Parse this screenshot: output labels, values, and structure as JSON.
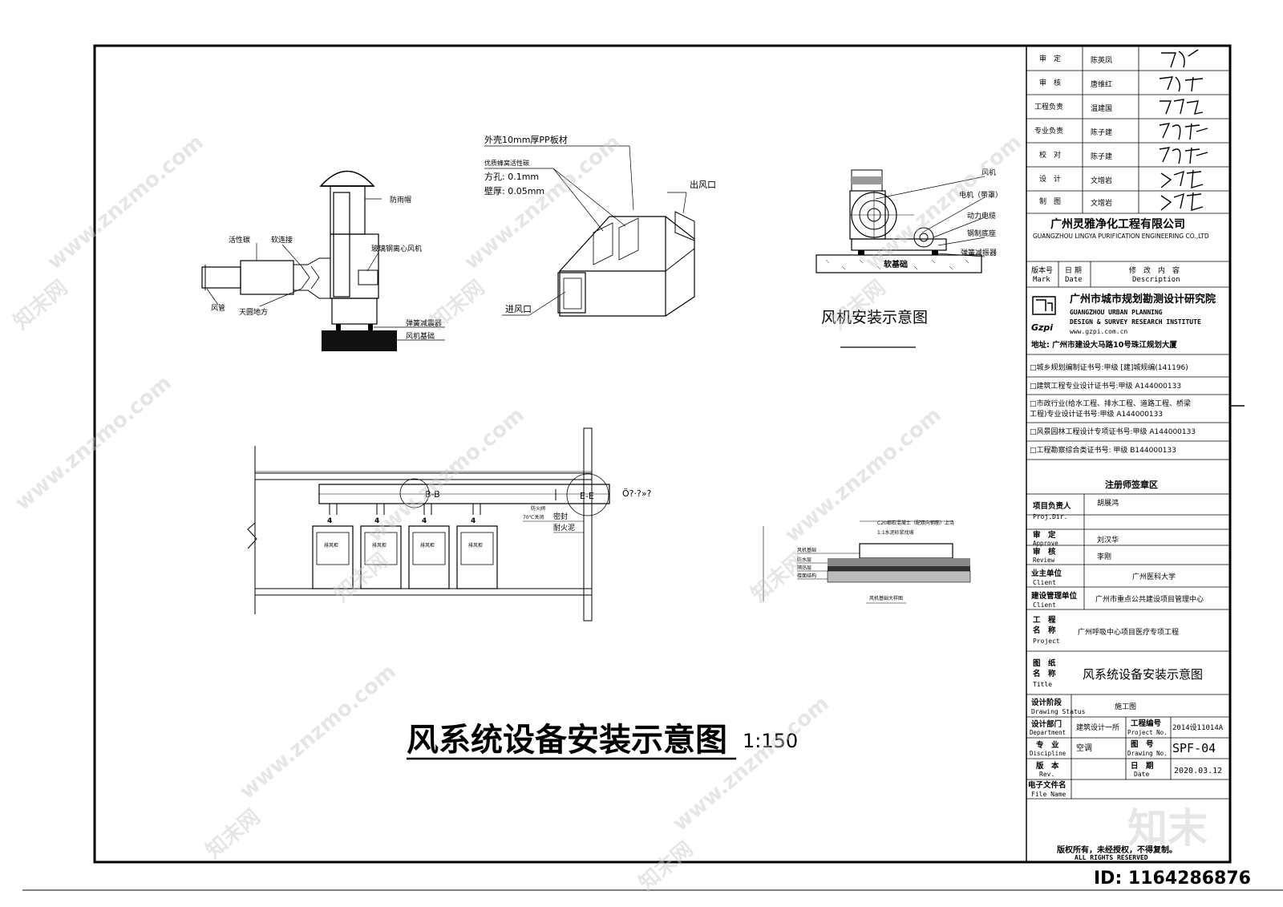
{
  "main_title": "风系统设备安装示意图",
  "main_scale": "1:150",
  "detail_fan": {
    "caption": "风机安装示意图",
    "labels": [
      "风机",
      "电机（带罩）",
      "动力电缆",
      "钢制底座",
      "弹簧减振器",
      "软基础"
    ]
  },
  "detail_system": {
    "labels": [
      "防雨帽",
      "活性碳",
      "软连接",
      "玻璃钢离心风机",
      "风管",
      "天圆地方",
      "弹簧减震器",
      "风机基础"
    ]
  },
  "detail_box": {
    "labels": [
      "外壳10mm厚PP板材",
      "优质蜂窝活性碳",
      "方孔: 0.1mm",
      "壁厚: 0.05mm",
      "出风口",
      "进风口"
    ]
  },
  "section": {
    "labels": [
      "B-B",
      "E-E",
      "Ö?·?»?",
      "排风柜",
      "排风柜",
      "排风柜",
      "排风柜",
      "防火阀",
      "70℃关闭",
      "密封",
      "耐火泥",
      "4"
    ]
  },
  "foundation": {
    "labels": [
      "C20细石混凝土（配双向钢筋）上浇",
      "1:1水泥砂浆找坡",
      "风机基础",
      "防水层",
      "隔热层",
      "楼面结构",
      "风机基础大样图"
    ]
  },
  "title_block": {
    "signatures": [
      {
        "role": "审　定",
        "name": "陈英凤"
      },
      {
        "role": "审　核",
        "name": "唐维红"
      },
      {
        "role": "工程负责",
        "name": "温建国"
      },
      {
        "role": "专业负责",
        "name": "陈子建"
      },
      {
        "role": "校　对",
        "name": "陈子建"
      },
      {
        "role": "设　计",
        "name": "文增岩"
      },
      {
        "role": "制　图",
        "name": "文增岩"
      }
    ],
    "company_cn": "广州灵雅净化工程有限公司",
    "company_en": "GUANGZHOU LINGYA PURIFICATION ENGINEERING CO.,LTD",
    "rev_mark_cn": "版本号",
    "rev_mark_en": "Mark",
    "rev_date_cn": "日 期",
    "rev_date_en": "Date",
    "rev_desc_cn": "修　改　内　容",
    "rev_desc_en": "Description",
    "institute_cn": "广州市城市规划勘测设计研究院",
    "institute_en1": "GUANGZHOU URBAN PLANNING",
    "institute_en2": "DESIGN & SURVEY RESEARCH INSTITUTE",
    "logo_text": "Gzpi",
    "website": "www.gzpi.com.cn",
    "address": "地址: 广州市建设大马路10号珠江规划大厦",
    "certificates": [
      "□城乡规划编制证书号:甲级 [建]城规编(141196)",
      "□建筑工程专业设计证书号:甲级 A144000133",
      "□市政行业(给水工程、排水工程、道路工程、桥梁",
      "  工程)专业设计证书号:甲级 A144000133",
      "□风景园林工程设计专项证书号:甲级 A144000133",
      "□工程勘察综合类证书号: 甲级 B144000133"
    ],
    "reg_zone": "注册师签章区",
    "proj_dir_cn": "项目负责人",
    "proj_dir_en": "Proj.Dir.",
    "proj_dir_name": "胡展鸿",
    "approve_cn": "审　定",
    "approve_en": "Approve",
    "approve_name": "刘汉华",
    "review_cn": "审　核",
    "review_en": "Review",
    "review_name": "李刚",
    "client_cn": "业主单位",
    "client_en": "Client",
    "client_name": "广州医科大学",
    "mgmt_cn": "建设管理单位",
    "mgmt_en": "Client",
    "mgmt_name": "广州市重点公共建设项目管理中心",
    "project_cn1": "工　程",
    "project_cn2": "名　称",
    "project_en": "Project",
    "project_name": "广州呼吸中心项目医疗专项工程",
    "title_cn1": "图　纸",
    "title_cn2": "名　称",
    "title_en": "Title",
    "title_name": "风系统设备安装示意图",
    "status_cn": "设计阶段",
    "status_en": "Drawing Status",
    "status_value": "施工图",
    "dept_cn": "设计部门",
    "dept_en": "Department",
    "dept_value": "建筑设计一所",
    "projno_cn": "工程编号",
    "projno_en": "Project No.",
    "projno_value": "2014设11014A",
    "disc_cn": "专　业",
    "disc_en": "Discipline",
    "disc_value": "空调",
    "drawno_cn": "图　号",
    "drawno_en": "Drawing No.",
    "drawno_value": "SPF-04",
    "rev_cn": "版　本",
    "rev_en": "Rev.",
    "date_cn": "日　期",
    "date_en": "Date",
    "date_value": "2020.03.12",
    "file_cn": "电子文件名",
    "file_en": "File Name",
    "rights_cn": "版权所有，未经授权，不得复制。",
    "rights_en": "ALL RIGHTS RESERVED"
  },
  "watermark": {
    "site": "www.znzmo.com",
    "brand_cn": "知末网",
    "logo": "知末",
    "id": "ID: 1164286876"
  }
}
